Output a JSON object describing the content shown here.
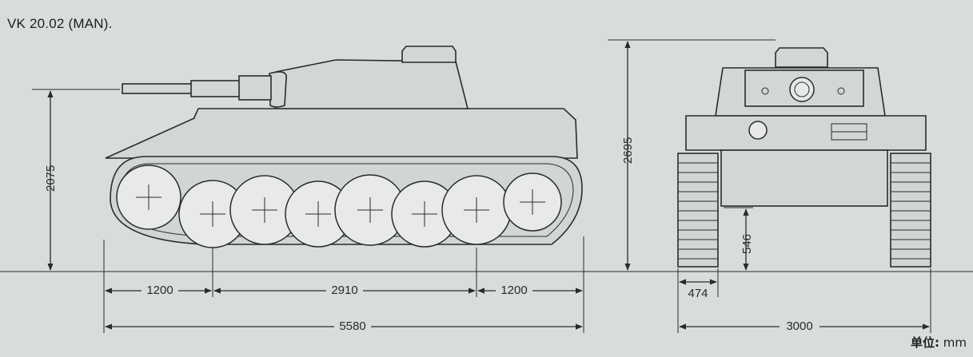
{
  "diagram": {
    "title": "VK 20.02 (MAN).",
    "unit_label": "单位:",
    "unit_value": "mm",
    "dimensions": {
      "side_height": "2075",
      "overall_height": "2695",
      "ground_clearance": "546",
      "wheel_section_front": "1200",
      "wheel_section_middle": "2910",
      "wheel_section_rear": "1200",
      "overall_length": "5580",
      "track_width": "474",
      "overall_width": "3000"
    }
  }
}
